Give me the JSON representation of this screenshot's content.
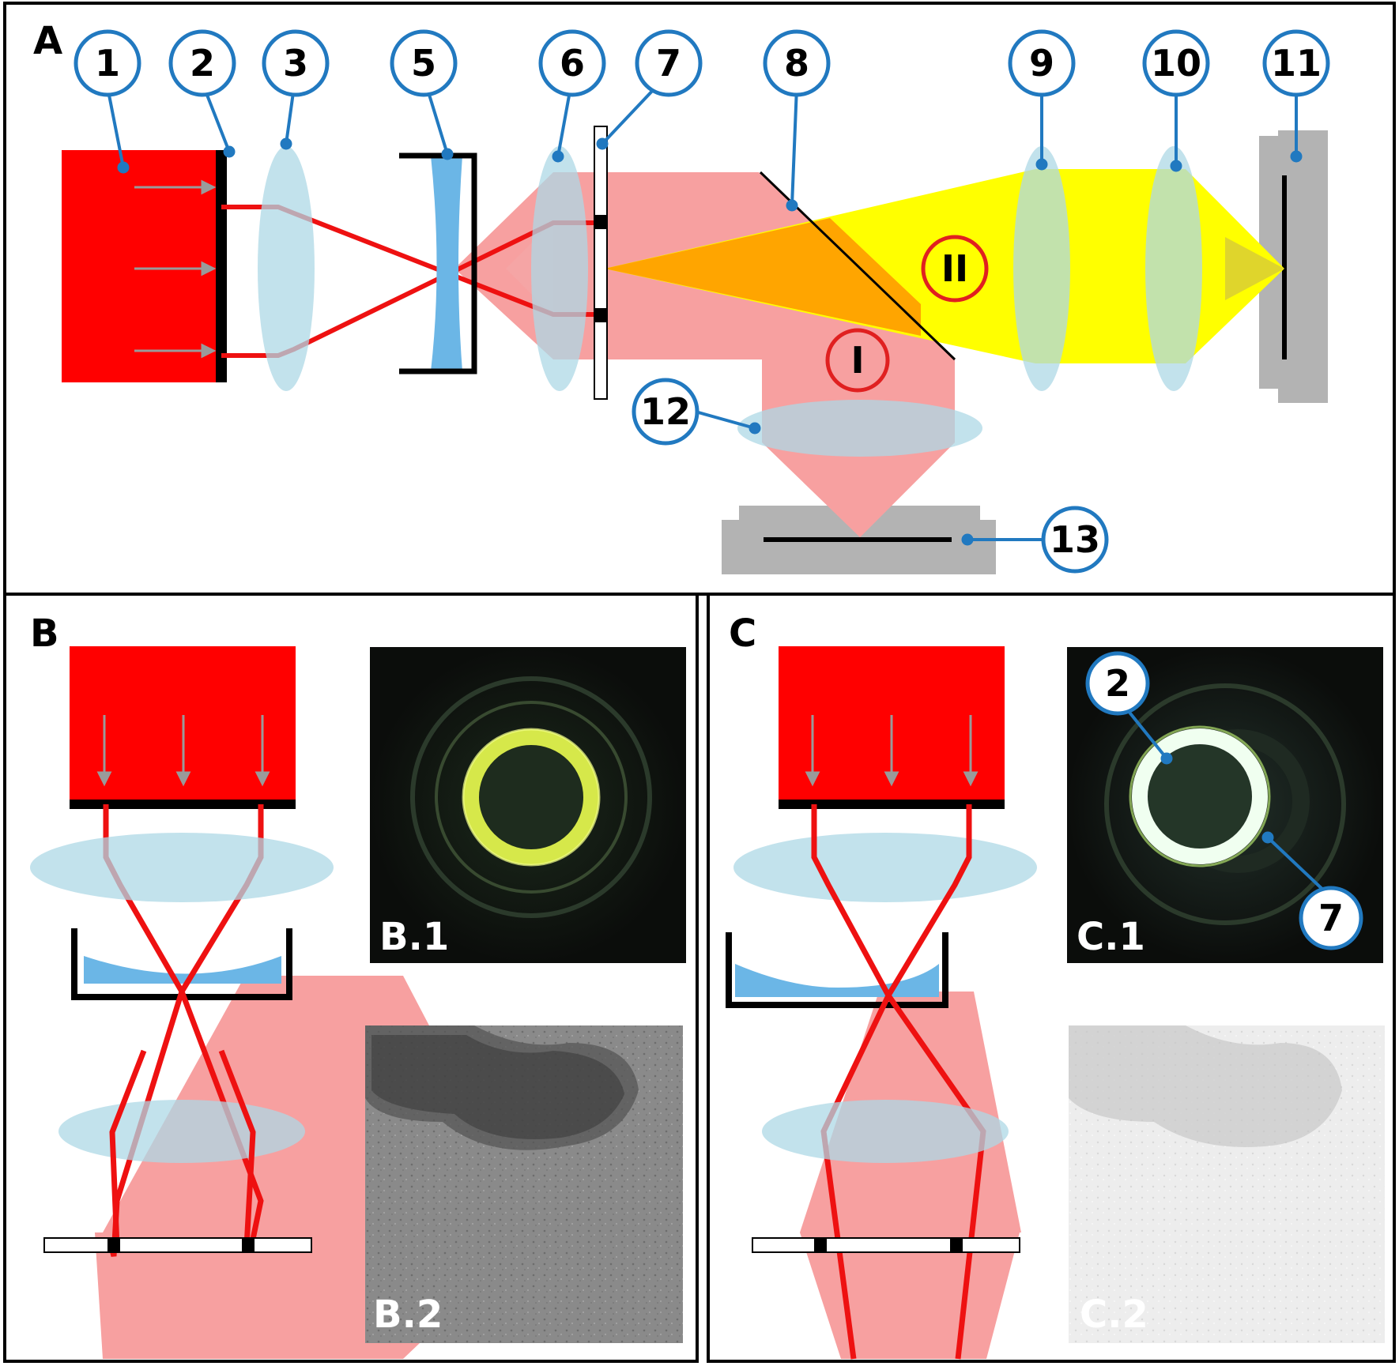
{
  "panels": {
    "a": "A",
    "b": "B",
    "c": "C"
  },
  "callouts": {
    "c1": "1",
    "c2": "2",
    "c3": "3",
    "c5": "5",
    "c6": "6",
    "c7": "7",
    "c8": "8",
    "c9": "9",
    "c10": "10",
    "c11": "11",
    "c12": "12",
    "c13": "13",
    "cC2": "2",
    "cC7": "7"
  },
  "paths": {
    "p1": "I",
    "p2": "II"
  },
  "images": {
    "b1": "B.1",
    "b2": "B.2",
    "c1": "C.1",
    "c2": "C.2"
  },
  "colors": {
    "laser": "#ff0000",
    "beam_red": "#ee1111",
    "illumination": "#f7a0a0",
    "emission": "#ffff00",
    "overlap": "#ffa500",
    "lens": "#add8e6",
    "meniscus": "#6bb6e6",
    "callout_blue": "#2179c0",
    "path_circle_red": "#e02020",
    "detector_gray": "#b3b3b3"
  }
}
